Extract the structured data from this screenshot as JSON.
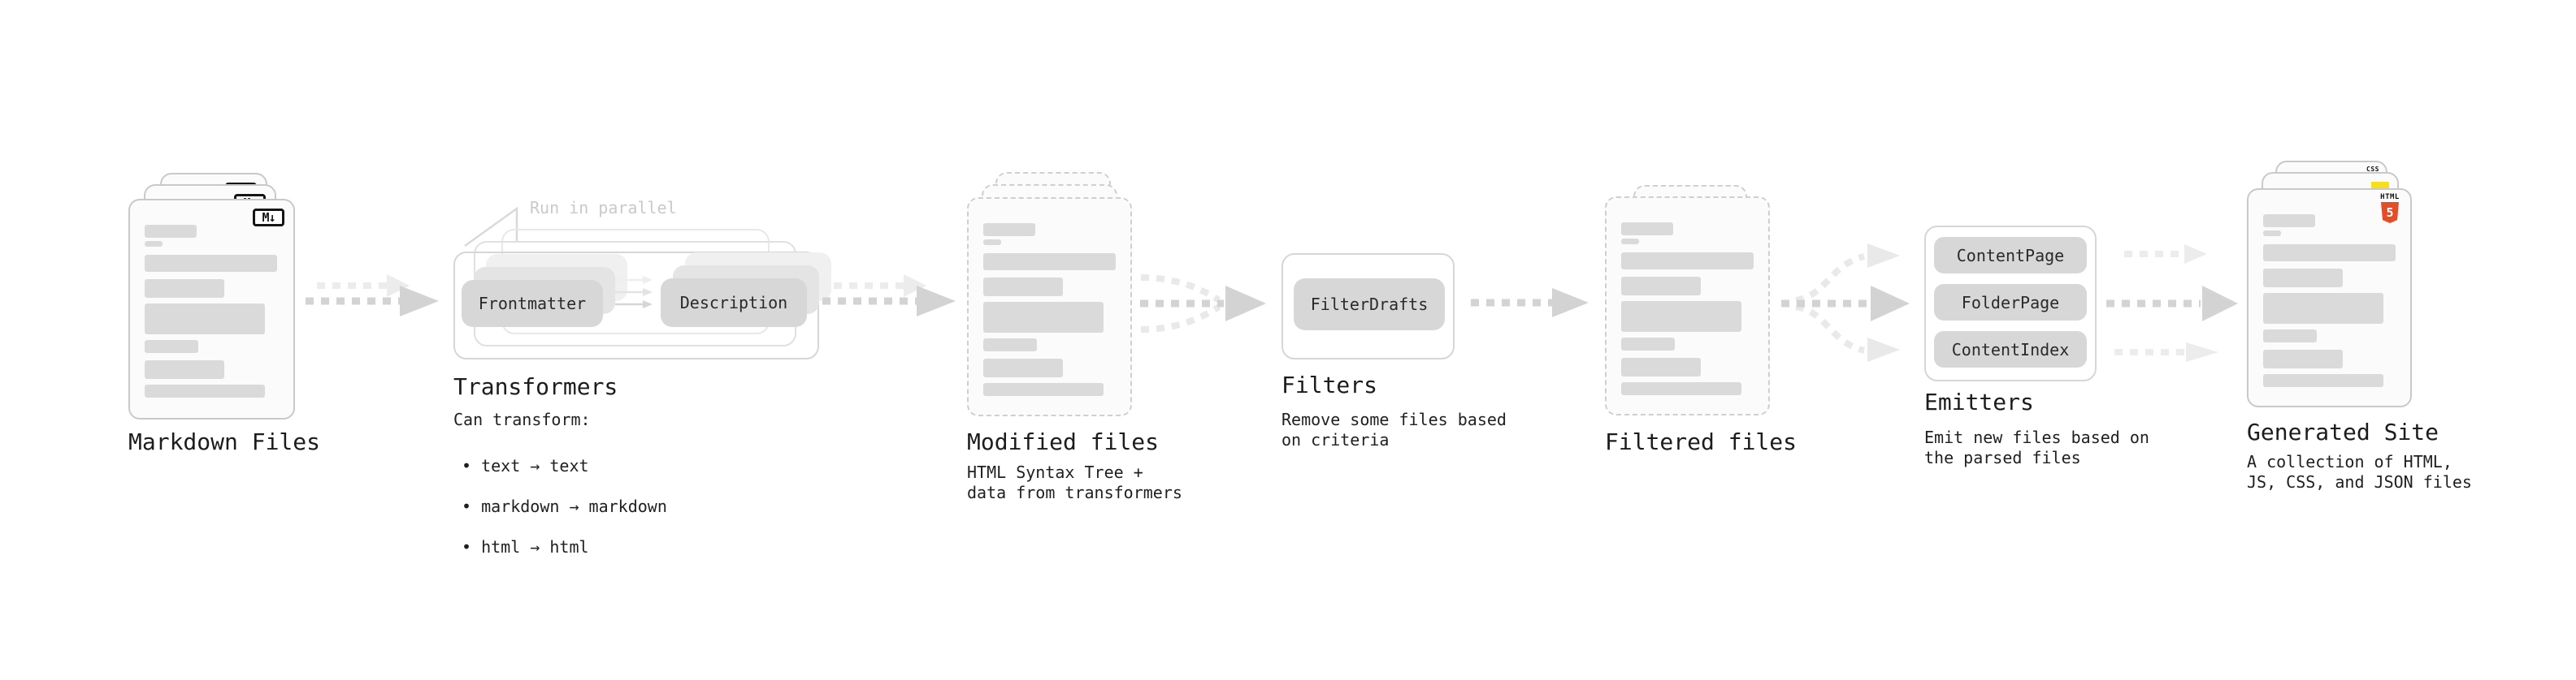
{
  "pipeline": {
    "markdown": {
      "label": "Markdown Files",
      "badge": "M↓"
    },
    "run_in_parallel": "Run in parallel",
    "transformers": {
      "heading": "Transformers",
      "pill_frontmatter": "Frontmatter",
      "pill_description": "Description",
      "note_title": "Can transform:",
      "bullet_1": "• text → text",
      "bullet_2": "• markdown → markdown",
      "bullet_3": "• html → html"
    },
    "modified": {
      "label": "Modified files",
      "note": "HTML Syntax Tree +\ndata from transformers"
    },
    "filters": {
      "heading": "Filters",
      "pill": "FilterDrafts",
      "note": "Remove some files based\non criteria"
    },
    "filtered": {
      "label": "Filtered files"
    },
    "emitters": {
      "heading": "Emitters",
      "pill_1": "ContentPage",
      "pill_2": "FolderPage",
      "pill_3": "ContentIndex",
      "note": "Emit new files based on\nthe parsed files"
    },
    "generated": {
      "label": "Generated Site",
      "note": "A collection of HTML,\nJS, CSS, and JSON files",
      "css_badge": "CSS",
      "html_badge_label": "HTML",
      "html_badge_number": "5"
    }
  },
  "colors": {
    "html5_orange": "#e44d26",
    "js_yellow": "#f7df1e",
    "css_blue": "#2965f1",
    "arrow_gray": "#d3d3d3",
    "arrow_light_gray": "#ececec",
    "card_border": "#c9c9c9",
    "bar_gray": "#dadada",
    "pill_gray": "#d7d7d7",
    "annotation_gray": "#c9c9c9",
    "text_dark": "#1c1c1c"
  }
}
